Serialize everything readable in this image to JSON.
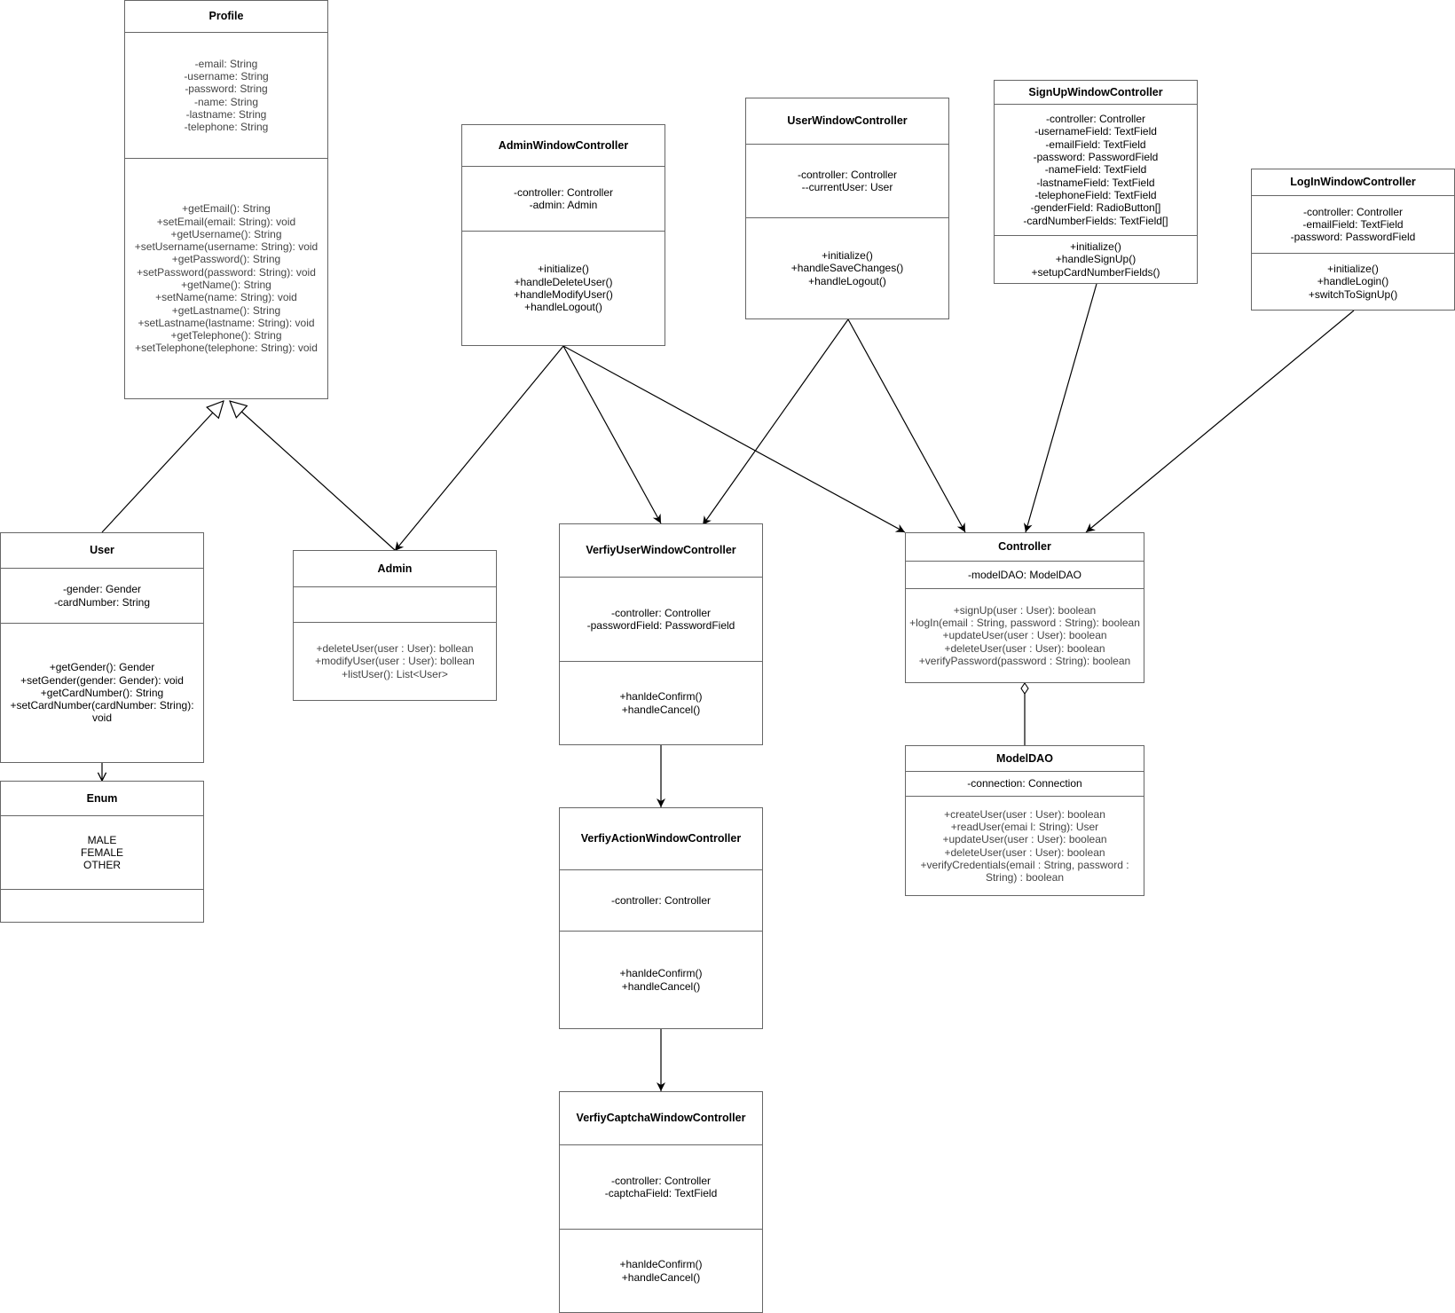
{
  "classes": {
    "profile": {
      "name": "Profile",
      "attributes": [
        "-email: String",
        "-username: String",
        "-password: String",
        "-name: String",
        "-lastname: String",
        "-telephone: String"
      ],
      "methods": [
        "+getEmail(): String",
        "+setEmail(email: String): void",
        "+getUsername(): String",
        "+setUsername(username: String): void",
        "+getPassword(): String",
        "+setPassword(password: String): void",
        "+getName(): String",
        "+setName(name: String): void",
        "+getLastname(): String",
        "+setLastname(lastname: String): void",
        "+getTelephone(): String",
        "+setTelephone(telephone: String): void"
      ]
    },
    "admin_window": {
      "name": "AdminWindowController",
      "attributes": [
        "-controller: Controller",
        "-admin: Admin"
      ],
      "methods": [
        "+initialize()",
        "+handleDeleteUser()",
        "+handleModifyUser()",
        "+handleLogout()"
      ]
    },
    "user_window": {
      "name": "UserWindowController",
      "attributes": [
        "-controller: Controller",
        "--currentUser: User"
      ],
      "methods": [
        "+initialize()",
        "+handleSaveChanges()",
        "+handleLogout()"
      ]
    },
    "signup_window": {
      "name": "SignUpWindowController",
      "attributes": [
        "-controller: Controller",
        "-usernameField: TextField",
        "-emailField: TextField",
        "-password: PasswordField",
        "-nameField: TextField",
        "-lastnameField: TextField",
        "-telephoneField: TextField",
        "-genderField: RadioButton[]",
        "-cardNumberFields: TextField[]"
      ],
      "methods": [
        "+initialize()",
        "+handleSignUp()",
        "+setupCardNumberFields()"
      ]
    },
    "login_window": {
      "name": "LogInWindowController",
      "attributes": [
        "-controller: Controller",
        "-emailField: TextField",
        "-password: PasswordField"
      ],
      "methods": [
        "+initialize()",
        "+handleLogin()",
        "+switchToSignUp()"
      ]
    },
    "user": {
      "name": "User",
      "attributes": [
        "-gender: Gender",
        "-cardNumber: String"
      ],
      "methods": [
        "+getGender(): Gender",
        "+setGender(gender: Gender): void",
        "+getCardNumber(): String",
        "+setCardNumber(cardNumber: String): void"
      ]
    },
    "admin": {
      "name": "Admin",
      "attributes": [],
      "methods": [
        "+deleteUser(user : User): bollean",
        "+modifyUser(user : User): bollean",
        "+listUser(): List<User>"
      ]
    },
    "verify_user": {
      "name": "VerfiyUserWindowController",
      "attributes": [
        "-controller: Controller",
        "-passwordField: PasswordField"
      ],
      "methods": [
        "+hanldeConfirm()",
        "+handleCancel()"
      ]
    },
    "controller": {
      "name": "Controller",
      "attributes": [
        "-modelDAO: ModelDAO"
      ],
      "methods": [
        "+signUp(user : User): boolean",
        "+logIn(email : String, password : String): boolean",
        "+updateUser(user : User): boolean",
        "+deleteUser(user : User): boolean",
        "+verifyPassword(password : String): boolean"
      ]
    },
    "enum": {
      "name": "Enum",
      "attributes": [
        "MALE",
        "FEMALE",
        "OTHER"
      ],
      "methods": []
    },
    "model_dao": {
      "name": "ModelDAO",
      "attributes": [
        "-connection: Connection"
      ],
      "methods": [
        "+createUser(user : User): boolean",
        "+readUser(emai l: String): User",
        "+updateUser(user : User): boolean",
        "+deleteUser(user : User): boolean",
        "+verifyCredentials(email : String, password : String) : boolean"
      ]
    },
    "verify_action": {
      "name": "VerfiyActionWindowController",
      "attributes": [
        "-controller: Controller"
      ],
      "methods": [
        "+hanldeConfirm()",
        "+handleCancel()"
      ]
    },
    "verify_captcha": {
      "name": "VerfiyCaptchaWindowController",
      "attributes": [
        "-controller: Controller",
        "-captchaField: TextField"
      ],
      "methods": [
        "+hanldeConfirm()",
        "+handleCancel()"
      ]
    }
  },
  "colors": {
    "line": "#000000",
    "border": "#666666",
    "muted_text": "#444444"
  }
}
